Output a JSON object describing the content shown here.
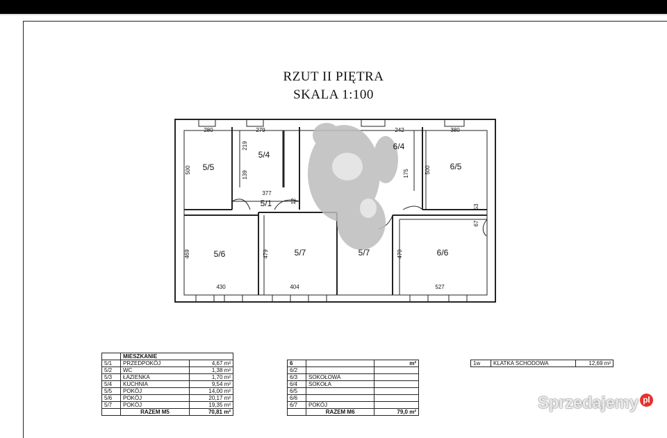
{
  "title": {
    "line1": "RZUT II PIĘTRA",
    "line2": "SKALA 1:100"
  },
  "rooms": [
    {
      "id": "5/5",
      "label": "5/5"
    },
    {
      "id": "5/4",
      "label": "5/4"
    },
    {
      "id": "6/4",
      "label": "6/4"
    },
    {
      "id": "6/5",
      "label": "6/5"
    },
    {
      "id": "5/1",
      "label": "5/1"
    },
    {
      "id": "5/6",
      "label": "5/6"
    },
    {
      "id": "5/7a",
      "label": "5/7"
    },
    {
      "id": "5/7b",
      "label": "5/7"
    },
    {
      "id": "6/6",
      "label": "6/6"
    }
  ],
  "dimensions": [
    "280",
    "279",
    "242",
    "380",
    "500",
    "219",
    "139",
    "500",
    "175",
    "377",
    "12",
    "53",
    "67",
    "469",
    "479",
    "470",
    "430",
    "404",
    "527"
  ],
  "table_m5": {
    "header": "MIESZKANIE",
    "rows": [
      {
        "no": "5/1",
        "name": "PRZEDPOKÓJ",
        "area": "4,67 m²"
      },
      {
        "no": "5/2",
        "name": "WC",
        "area": "1,38 m²"
      },
      {
        "no": "5/3",
        "name": "ŁAZIENKA",
        "area": "1,70 m²"
      },
      {
        "no": "5/4",
        "name": "KUCHNIA",
        "area": "9,54 m²"
      },
      {
        "no": "5/5",
        "name": "POKÓJ",
        "area": "14,00 m²"
      },
      {
        "no": "5/6",
        "name": "POKÓJ",
        "area": "20,17 m²"
      },
      {
        "no": "5/7",
        "name": "POKÓJ",
        "area": "19,35 m²"
      }
    ],
    "total_label": "RAZEM M5",
    "total": "70,81 m²"
  },
  "table_m6": {
    "header_no": "6",
    "header_area": "m²",
    "rows": [
      {
        "no": "6/2",
        "name": "",
        "area": ""
      },
      {
        "no": "6/3",
        "name": "SOKOŁOWA",
        "area": ""
      },
      {
        "no": "6/4",
        "name": "SOKOŁA",
        "area": ""
      },
      {
        "no": "6/5",
        "name": "",
        "area": ""
      },
      {
        "no": "6/6",
        "name": "",
        "area": ""
      },
      {
        "no": "6/7",
        "name": "POKÓJ",
        "area": ""
      }
    ],
    "total_label": "RAZEM M6",
    "total": "79,0 m²"
  },
  "table_stair": {
    "no": "1w",
    "name": "KLATKA SCHODOWA",
    "area": "12,69 m²"
  },
  "watermark": {
    "text": "Sprzedajemy",
    "badge": "pl"
  }
}
